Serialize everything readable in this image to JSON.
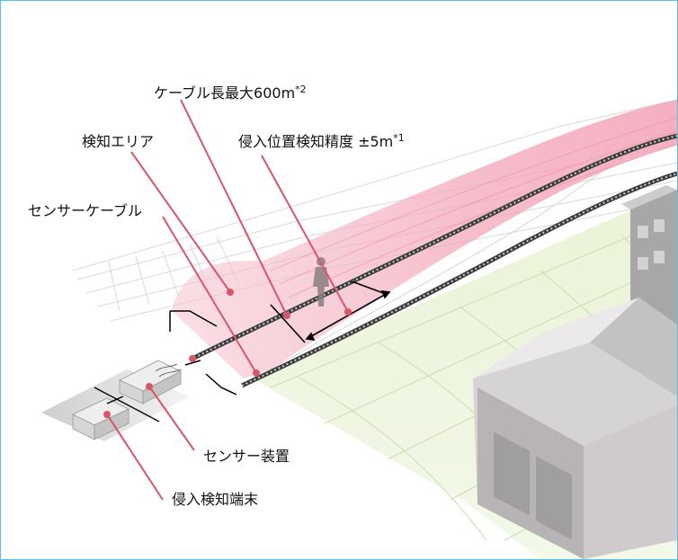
{
  "labels": {
    "cable_length": "ケーブル長最大600m",
    "cable_length_note": "*2",
    "intrusion_accuracy": "侵入位置検知精度 ±5m",
    "intrusion_accuracy_note": "*1",
    "detection_area": "検知エリア",
    "sensor_cable": "センサーケーブル",
    "sensor_device": "センサー装置",
    "intrusion_terminal": "侵入検知端末"
  },
  "colors": {
    "frame_border": "#5bc1e6",
    "leader_line": "#d9556a",
    "detection_area_fill": "#f5b7c6",
    "ground_fill": "#e8f2d4",
    "building_fill": "#c9c6c7"
  }
}
